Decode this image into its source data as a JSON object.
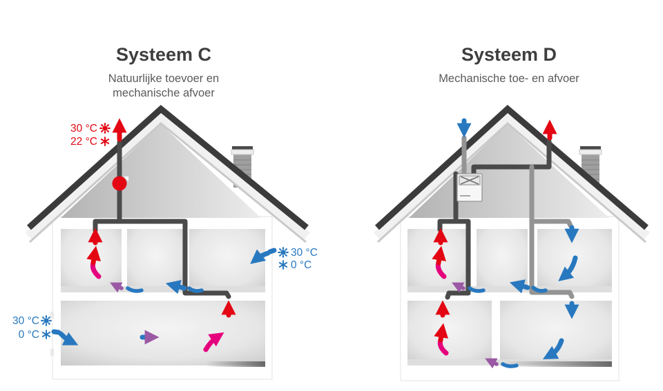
{
  "systems": {
    "c": {
      "title": "Systeem C",
      "subtitle_line1": "Natuurlijke toevoer en",
      "subtitle_line2": "mechanische afvoer",
      "roof_exhaust": {
        "summer_temp": "30 °C",
        "winter_temp": "22 °C"
      },
      "facade_inlet_upper": {
        "summer_temp": "30 °C",
        "winter_temp": "0 °C"
      },
      "facade_inlet_ground": {
        "summer_temp": "30 °C",
        "winter_temp": "0 °C"
      }
    },
    "d": {
      "title": "Systeem D",
      "subtitle": "Mechanische toe- en afvoer"
    }
  },
  "icons": {
    "sun_icon": "sun (summer temperature)",
    "snowflake_icon": "snowflake (winter temperature)"
  },
  "legend_colors": {
    "warm_exhaust_red": "#e30613",
    "warm_accent_pink": "#e5007d",
    "fresh_supply_blue": "#2878bf",
    "mixed_air_purple": "#9b59a5",
    "duct_dark_gray": "#4a4a4a",
    "duct_light_gray": "#949494"
  }
}
